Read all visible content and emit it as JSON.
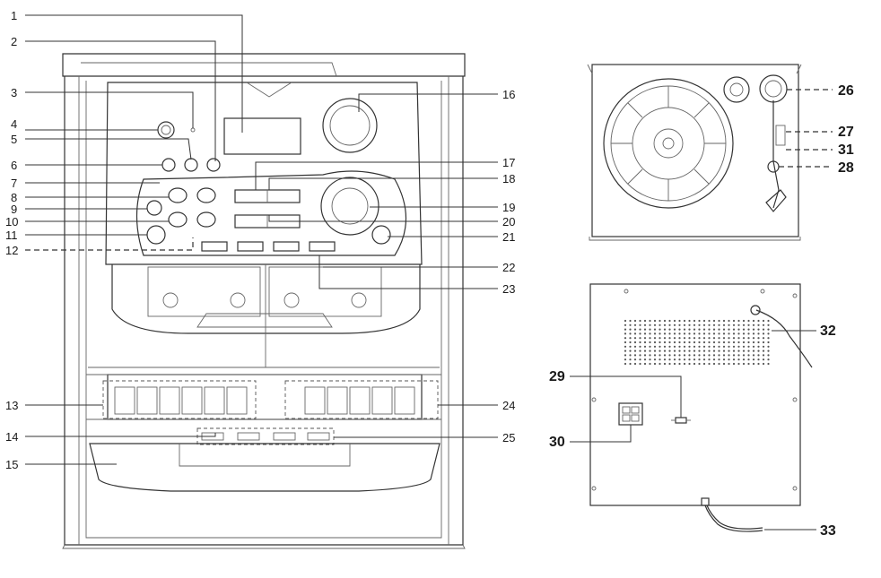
{
  "front_labels": [
    "1",
    "2",
    "3",
    "4",
    "5",
    "6",
    "7",
    "8",
    "9",
    "10",
    "11",
    "12",
    "13",
    "14",
    "15",
    "16",
    "17",
    "18",
    "19",
    "20",
    "21",
    "22",
    "23",
    "24",
    "25"
  ],
  "right_labels": [
    "26",
    "27",
    "31",
    "28",
    "29",
    "32",
    "30",
    "33"
  ],
  "colors": {
    "line": "#333333",
    "background": "#ffffff"
  }
}
